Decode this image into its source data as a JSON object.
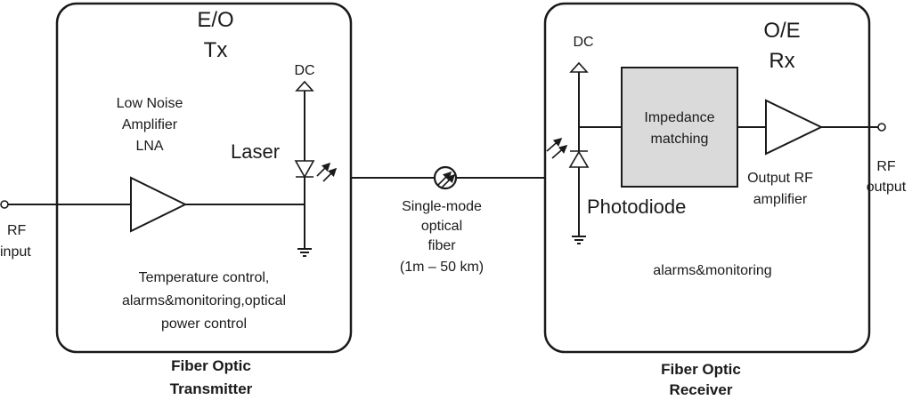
{
  "transmitter": {
    "title_line1": "E/O",
    "title_line2": "Tx",
    "lna_line1": "Low Noise",
    "lna_line2": "Amplifier",
    "lna_line3": "LNA",
    "dc_label": "DC",
    "laser_label": "Laser",
    "notes_line1": "Temperature control,",
    "notes_line2": "alarms&monitoring,optical",
    "notes_line3": "power control",
    "caption_line1": "Fiber Optic",
    "caption_line2": "Transmitter"
  },
  "rf_input": {
    "line1": "RF",
    "line2": "input"
  },
  "fiber": {
    "line1": "Single-mode",
    "line2": "optical",
    "line3": "fiber",
    "line4": "(1m – 50 km)"
  },
  "receiver": {
    "title_line1": "O/E",
    "title_line2": "Rx",
    "dc_label": "DC",
    "impedance_line1": "Impedance",
    "impedance_line2": "matching",
    "photodiode_label": "Photodiode",
    "amp_line1": "Output RF",
    "amp_line2": "amplifier",
    "notes": "alarms&monitoring",
    "caption_line1": "Fiber Optic",
    "caption_line2": "Receiver"
  },
  "rf_output": {
    "line1": "RF",
    "line2": "output"
  },
  "colors": {
    "line": "#1a1a1a",
    "impedance_fill": "#dadada"
  }
}
